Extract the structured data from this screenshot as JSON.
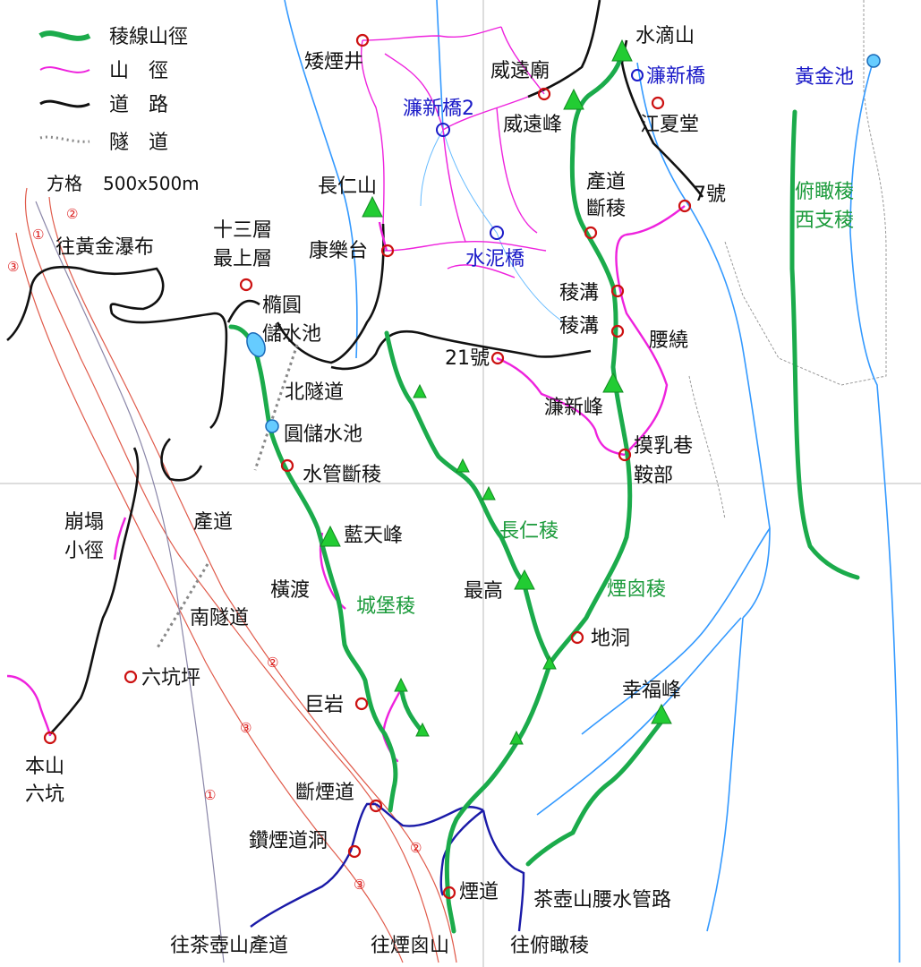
{
  "legend": {
    "ridge_trail": "稜線山徑",
    "mountain_trail": "山　徑",
    "road": "道　路",
    "tunnel": "隧　道",
    "grid": "方格",
    "grid_size": "500x500m"
  },
  "colors": {
    "ridge": "#1bab4b",
    "trail": "#ee22dd",
    "road": "#111111",
    "tunnel": "#888888",
    "river": "#3399ff",
    "pipe_road": "#1a1aa8",
    "marker": "#cc1111",
    "blue_marker": "#1a1ac8",
    "contour": "#e05a4a"
  },
  "labels": {
    "shuidishan": "水滴山",
    "weiyuanmiao": "威遠廟",
    "lianxinqiao": "濂新橋",
    "huangjinchi": "黃金池",
    "aiyanjing": "矮煙井",
    "lianxinqiao2": "濂新橋2",
    "weiyuanfeng": "威遠峰",
    "jiangxiatang": "江夏堂",
    "chandao_duanling_1": "產道",
    "chandao_duanling_2": "斷稜",
    "no7": "7號",
    "fukanling_1": "俯瞰稜",
    "fukanling_2": "西支稜",
    "changrenshan": "長仁山",
    "kangletai": "康樂台",
    "shuiniqiao": "水泥橋",
    "to_huangjin_waterfall": "往黃金瀑布",
    "shisanceng_1": "十三層",
    "shisanceng_2": "最上層",
    "tuoyuan_1": "橢圓",
    "tuoyuan_2": "儲水池",
    "linggou1": "稜溝",
    "linggou2": "稜溝",
    "yaorao": "腰繞",
    "no21": "21號",
    "beisuidao": "北隧道",
    "lianxinfeng": "濂新峰",
    "yuanchushuichi": "圓儲水池",
    "moruxiang_1": "摸乳巷",
    "moruxiang_2": "鞍部",
    "shuiguan_duanling": "水管斷稜",
    "chandao": "產道",
    "bengta_1": "崩塌",
    "bengta_2": "小徑",
    "changrenling": "長仁稜",
    "lantianfeng": "藍天峰",
    "hengdu": "橫渡",
    "zuigao": "最高",
    "yancongling": "煙囪稜",
    "chengbaoling": "城堡稜",
    "nansuidao": "南隧道",
    "didong": "地洞",
    "liukengping": "六坑坪",
    "xingfufeng": "幸福峰",
    "juyan": "巨岩",
    "benshan_1": "本山",
    "benshan_2": "六坑",
    "duanyandao": "斷煙道",
    "zuanyandaodong": "鑽煙道洞",
    "yandao": "煙道",
    "chahushan_pipe": "茶壺山腰水管路",
    "to_chahushan_chandao": "往茶壺山產道",
    "to_yancongshan": "往煙囪山",
    "to_fukanling": "往俯瞰稜"
  },
  "contour_numbers": {
    "n1": "①",
    "n2": "②",
    "n3": "③"
  }
}
